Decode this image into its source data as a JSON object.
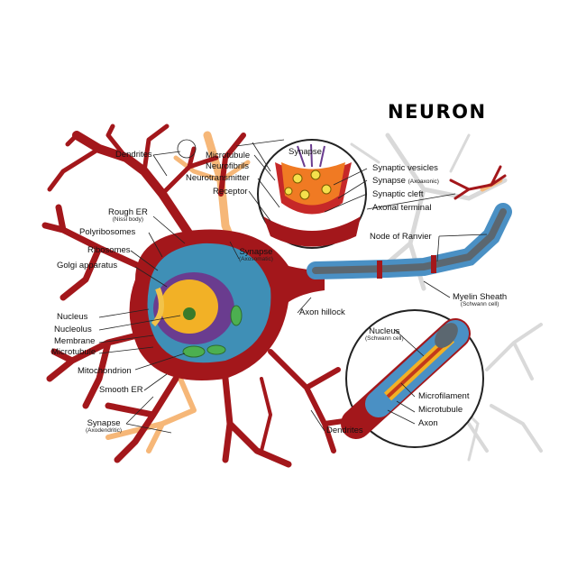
{
  "title": "Neuron",
  "labels": {
    "dendrites_top": "Dendrites",
    "rough_er": "Rough ER",
    "rough_er_sub": "(Nissl body)",
    "polyribosomes": "Polyribosomes",
    "ribosomes": "Ribosomes",
    "golgi": "Golgi apparatus",
    "nucleus": "Nucleus",
    "nucleolus": "Nucleolus",
    "membrane": "Membrane",
    "microtubule": "Microtubule",
    "mitochondrion": "Mitochondrion",
    "smooth_er": "Smooth ER",
    "synapse_axodendritic": "Synapse",
    "synapse_axodendritic_sub": "(Axodendritic)",
    "synapse_axosomatic": "Synapse",
    "synapse_axosomatic_sub": "(Axosomatic)",
    "axon_hillock": "Axon hillock",
    "dendrites_bottom": "Dendrites",
    "syn_microtubule": "Microtubule",
    "syn_neurofibrils": "Neurofibrils",
    "syn_neurotransmitter": "Neurotransmitter",
    "syn_receptor": "Receptor",
    "syn_title": "Synapse",
    "syn_vesicles": "Synaptic vesicles",
    "syn_axoaxonic": "Synapse",
    "syn_axoaxonic_sub": "(Axoaxonic)",
    "syn_cleft": "Synaptic cleft",
    "axonal_terminal": "Axonal terminal",
    "node_ranvier": "Node of Ranvier",
    "myelin": "Myelin Sheath",
    "myelin_sub": "(Schwann cell)",
    "ax_nucleus": "Nucleus",
    "ax_nucleus_sub": "(Schwann cell)",
    "microfilament": "Microfilament",
    "ax_microtubule": "Microtubule",
    "axon": "Axon"
  },
  "colors": {
    "neuron_red": "#a3171b",
    "cytoplasm_blue": "#3f8fb6",
    "nucleus_purple": "#6a3c8f",
    "nucleus_yellow": "#f2b126",
    "myelin_blue": "#4a90c4",
    "node_gray": "#5b6770",
    "background_gray": "#d9d9d9",
    "orange_branch": "#f6b778"
  }
}
